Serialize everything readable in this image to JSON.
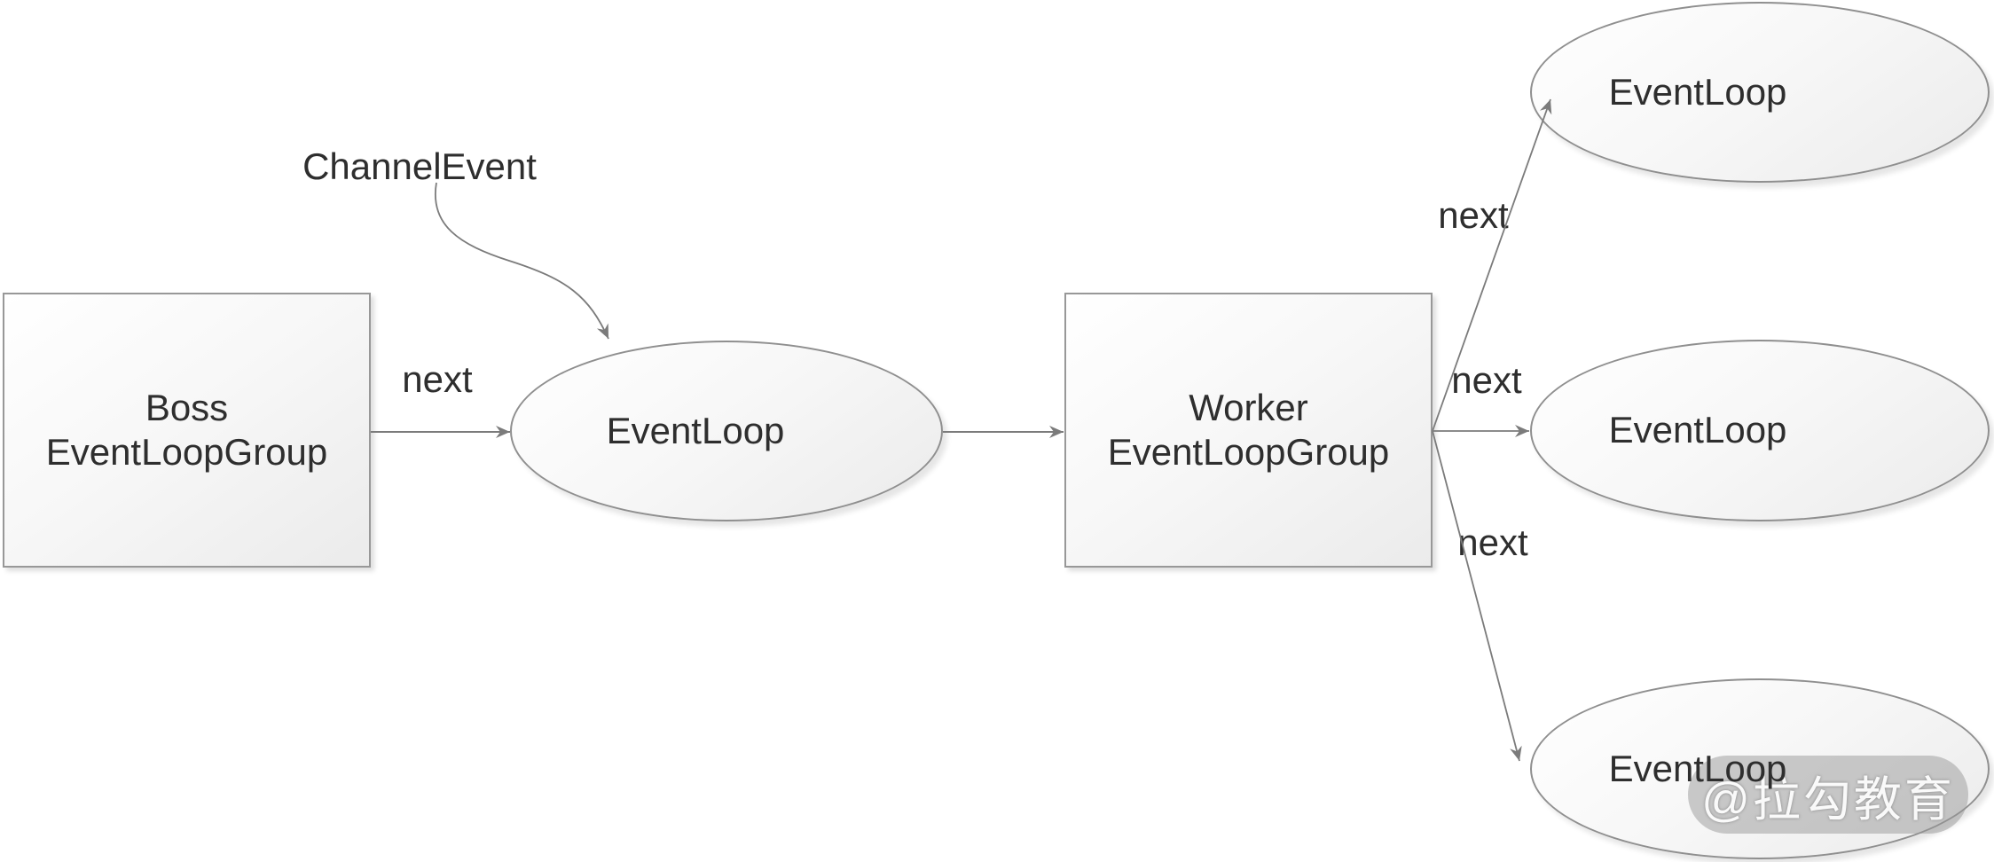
{
  "colors": {
    "background": "#ffffff",
    "shape_border": "#8f8f8f",
    "shape_fill_top": "#ffffff",
    "shape_fill_bottom": "#ebebeb",
    "arrow": "#7b7b7b",
    "text": "#2e2e2e",
    "watermark_bg": "rgba(148,148,148,0.48)",
    "watermark_text": "rgba(255,255,255,0.95)"
  },
  "nodes": {
    "boss": {
      "label": "Boss EventLoopGroup",
      "shape": "rectangle"
    },
    "eventloop_main": {
      "label": "EventLoop",
      "shape": "ellipse"
    },
    "worker": {
      "line1": "Worker",
      "line2": "EventLoopGroup",
      "shape": "rectangle"
    },
    "eventloop_top": {
      "label": "EventLoop",
      "shape": "ellipse"
    },
    "eventloop_mid": {
      "label": "EventLoop",
      "shape": "ellipse"
    },
    "eventloop_bottom": {
      "label": "EventLoop",
      "shape": "ellipse"
    }
  },
  "labels": {
    "channel_event": "ChannelEvent",
    "next_boss": "next",
    "next_top": "next",
    "next_mid": "next",
    "next_bottom": "next"
  },
  "edges": [
    {
      "from": "Boss EventLoopGroup",
      "to": "EventLoop",
      "label": "next",
      "style": "straight"
    },
    {
      "from": "ChannelEvent",
      "to": "EventLoop",
      "label": "",
      "style": "curved"
    },
    {
      "from": "EventLoop",
      "to": "Worker EventLoopGroup",
      "label": "",
      "style": "straight"
    },
    {
      "from": "Worker EventLoopGroup",
      "to": "EventLoop (top)",
      "label": "next",
      "style": "straight"
    },
    {
      "from": "Worker EventLoopGroup",
      "to": "EventLoop (middle)",
      "label": "next",
      "style": "straight"
    },
    {
      "from": "Worker EventLoopGroup",
      "to": "EventLoop (bottom)",
      "label": "next",
      "style": "straight"
    }
  ],
  "watermark": {
    "text": "@拉勾教育"
  }
}
